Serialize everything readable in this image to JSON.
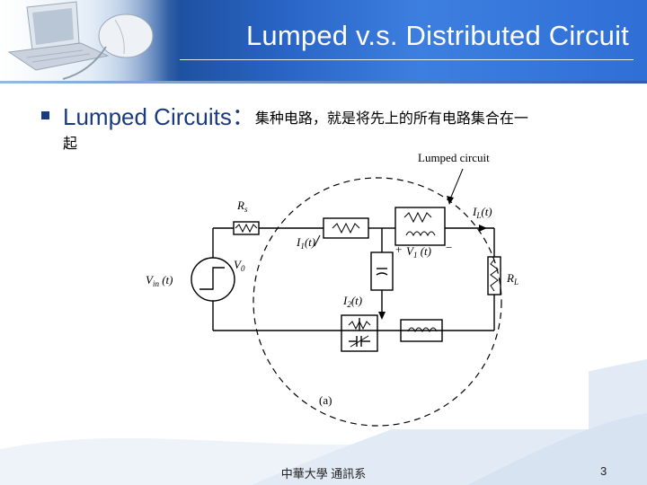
{
  "slide": {
    "title": "Lumped v.s. Distributed Circuit",
    "bullet_heading": "Lumped Circuits：",
    "bullet_text_cn": "集种电路，就是将先上的所有电路集合在一",
    "bullet_text_cont": "起",
    "footer_text": "中華大學  通訊系",
    "page_number": "3"
  },
  "figure": {
    "caption": "(a)",
    "label_lumped": "Lumped circuit",
    "label_Rs": "R",
    "label_Rs_sub": "s",
    "label_I1": "I",
    "label_I1_sub": "1",
    "label_I1_arg": "(t)",
    "label_IL": "I",
    "label_IL_sub": "L",
    "label_IL_arg": "(t)",
    "label_V1": "V",
    "label_V1_sub": "1",
    "label_V1_arg": " (t)",
    "label_plus": "+",
    "label_minus": "−",
    "label_Vin": "V",
    "label_Vin_sub": "in",
    "label_Vin_arg": " (t)",
    "label_V0": "V",
    "label_V0_sub": "0",
    "label_I2": "I",
    "label_I2_sub": "2",
    "label_I2_arg": "(t)",
    "label_RL": "R",
    "label_RL_sub": "L"
  },
  "colors": {
    "header_blue": "#2a66c8",
    "bullet_blue": "#1a3b80"
  }
}
